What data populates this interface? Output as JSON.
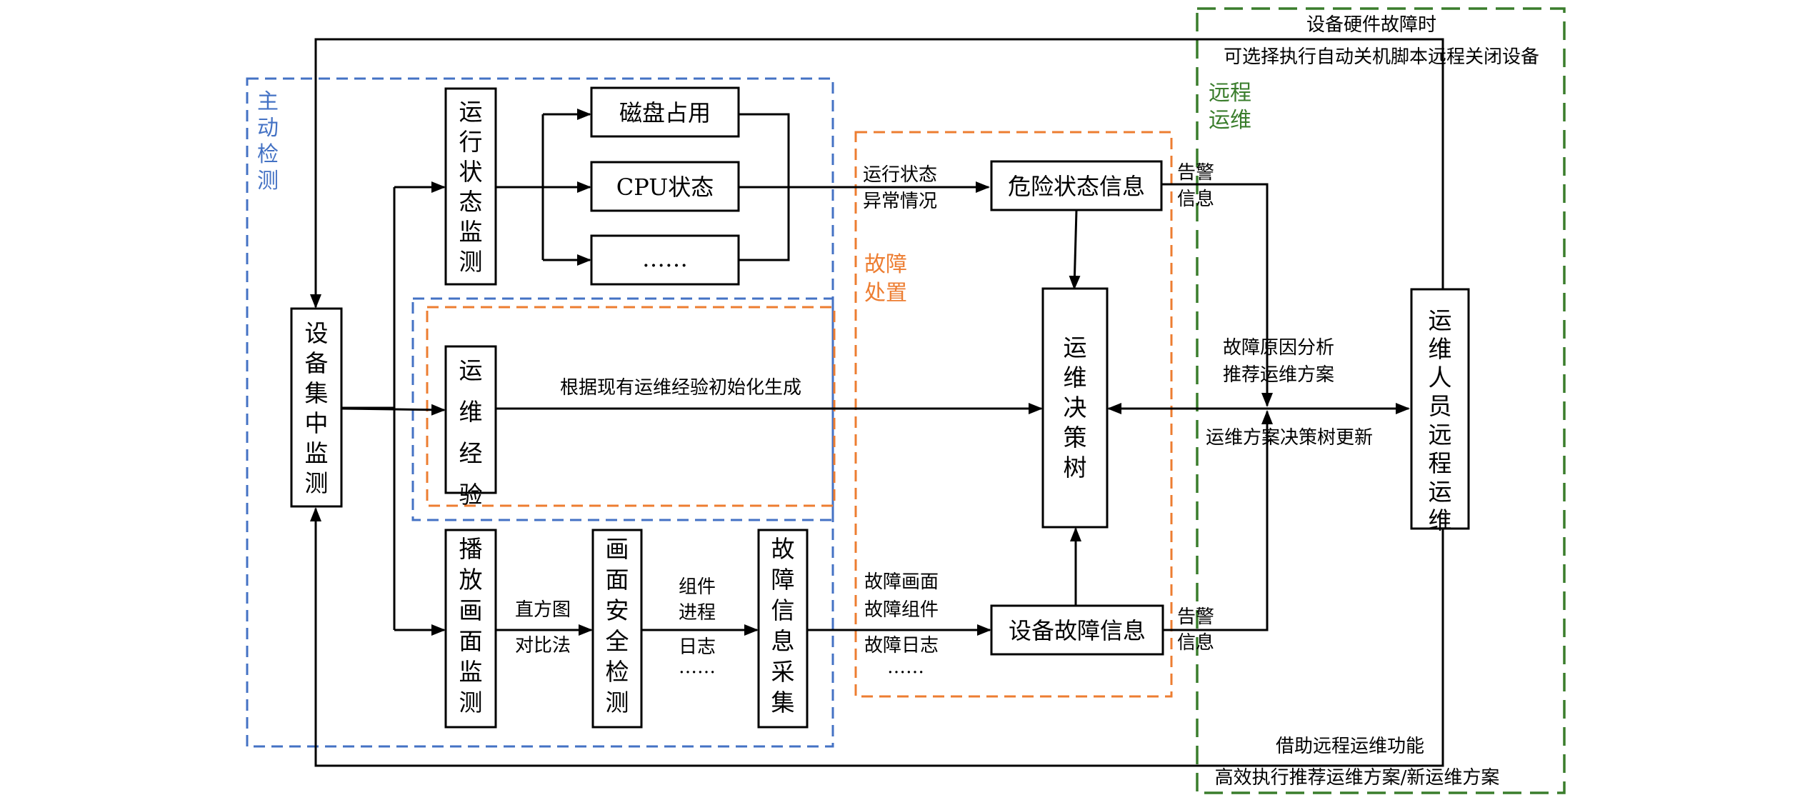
{
  "colors": {
    "active_detect": "#4472c4",
    "fault_handling": "#ed7d31",
    "remote_ops": "#3a7d2c",
    "line": "#000000"
  },
  "regions": {
    "active_detect": "主动检测",
    "fault_handling": "故障处置",
    "remote_ops": "远程运维"
  },
  "nodes": {
    "central_monitor": "设备集中监测",
    "run_state_monitor": "运行状态监测",
    "disk_usage": "磁盘占用",
    "cpu_state": "CPU状态",
    "more": "……",
    "ops_experience": "运维经验",
    "playback_monitor": "播放画面监测",
    "picture_safety": "画面安全检测",
    "fault_collect": "故障信息采集",
    "danger_info": "危险状态信息",
    "decision_tree": "运维决策树",
    "device_fault_info": "设备故障信息",
    "remote_staff": "运维人员远程运维"
  },
  "labels": {
    "hw_fault_line1": "设备硬件故障时",
    "hw_fault_line2": "可选择执行自动关机脚本远程关闭设备",
    "run_abnormal_line1": "运行状态",
    "run_abnormal_line2": "异常情况",
    "alarm_top_line1": "告警",
    "alarm_top_line2": "信息",
    "init_generate": "根据现有运维经验初始化生成",
    "cause_analysis_line1": "故障原因分析",
    "cause_analysis_line2": "推荐运维方案",
    "tree_update": "运维方案决策树更新",
    "histogram_line1": "直方图",
    "histogram_line2": "对比法",
    "component_line1": "组件",
    "component_line2": "进程",
    "component_line3": "日志",
    "component_line4": "……",
    "fault_items_line1": "故障画面",
    "fault_items_line2": "故障组件",
    "fault_items_line3": "故障日志",
    "fault_items_line4": "……",
    "alarm_bottom_line1": "告警",
    "alarm_bottom_line2": "信息",
    "remote_exec_line1": "借助远程运维功能",
    "remote_exec_line2": "高效执行推荐运维方案/新运维方案"
  }
}
